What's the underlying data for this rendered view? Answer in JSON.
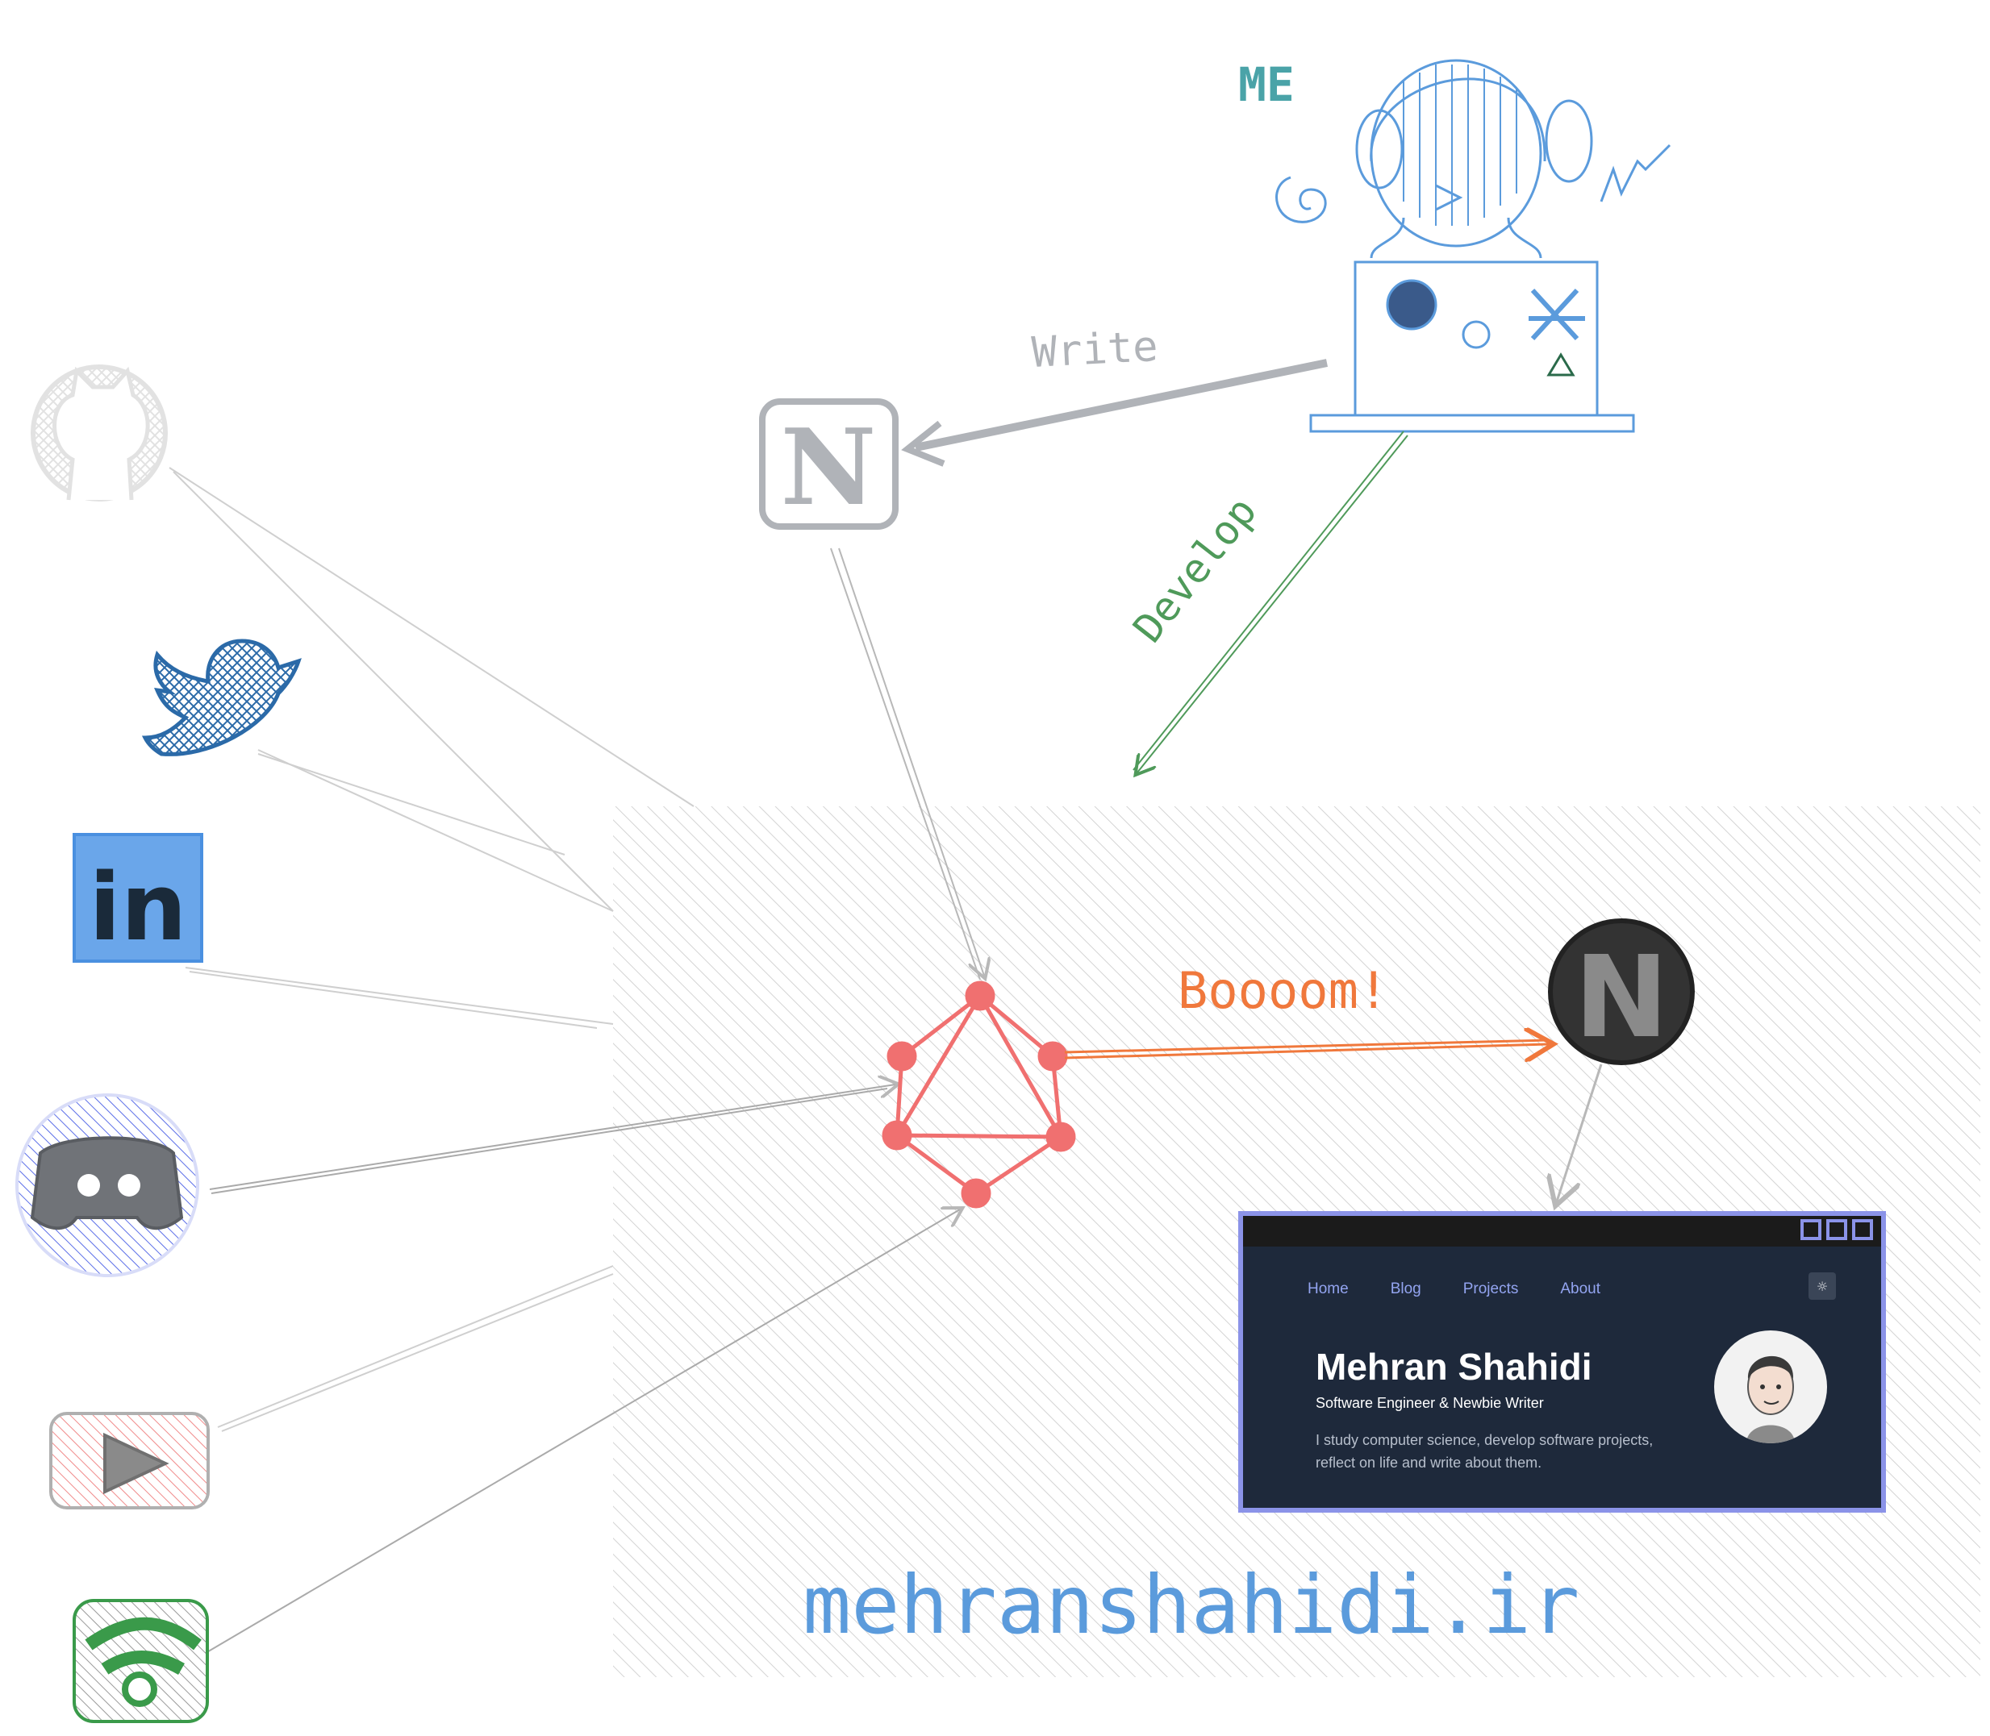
{
  "labels": {
    "me": "ME",
    "write": "Write",
    "develop": "Develop",
    "boom": "Boooom!",
    "domain": "mehranshahidi.ir"
  },
  "site": {
    "nav": [
      "Home",
      "Blog",
      "Projects",
      "About"
    ],
    "name": "Mehran Shahidi",
    "role": "Software Engineer & Newbie Writer",
    "bio": "I study computer science, develop software projects, reflect on life and write about them."
  },
  "colors": {
    "me": "#4aa3a8",
    "person": "#5b9bdc",
    "write": "#b0b3b8",
    "develop": "#4f9a5a",
    "graphql": "#f07070",
    "boom": "#f0783c",
    "domain": "#5b9bdc",
    "github": "#dcdcdc",
    "twitter": "#2b6aa8",
    "linkedin": "#4a90e0",
    "discord": "#7a8cf0",
    "youtube": "#f08a8a",
    "spotify": "#3a9a4a",
    "hatch": "#d0d0d0"
  },
  "icons": [
    "github-icon",
    "twitter-icon",
    "linkedin-icon",
    "discord-icon",
    "youtube-icon",
    "spotify-icon",
    "notion-icon",
    "graphql-icon",
    "nextjs-icon",
    "person-icon",
    "laptop-icon",
    "sun-icon"
  ]
}
